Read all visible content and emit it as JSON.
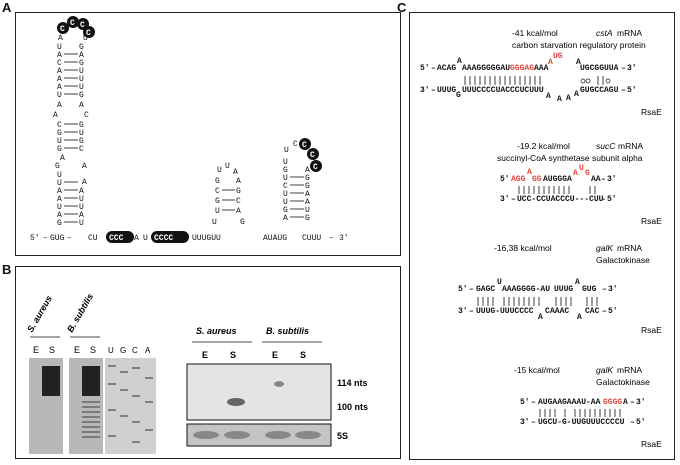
{
  "panels": {
    "a": "A",
    "b": "B",
    "c": "C"
  },
  "a": {
    "prime5": "5'",
    "prime3": "3'",
    "seq_left": "GUG",
    "seq_cu": "CU",
    "ccc1": "CCC",
    "a_mid": "A",
    "u_mid": "U",
    "cccc": "CCCC",
    "seq_mid": "UUUGUU",
    "seq_auaug": "AUAUG",
    "seq_right": "CUUU"
  },
  "b": {
    "species1": "S. aureus",
    "species2": "B. subtilis",
    "lane_e": "E",
    "lane_s": "S",
    "ladder": [
      "U",
      "G",
      "C",
      "A"
    ],
    "species3": "S. aureus",
    "species4": "B. subtilis",
    "size1": "114 nts",
    "size2": "100 nts",
    "size3": "5S"
  },
  "c": {
    "i1_energy": "-41 kcal/mol",
    "i1_gene": "cstA",
    "i1_mrna": "mRNA",
    "i1_protein": "carbon starvation regulatory protein",
    "i1_top": "ACAG",
    "i1_top2": "AAAGGGGGAU",
    "i1_top_red": "GGGAG",
    "i1_top3": "AAA",
    "i1_top_red2": "UG",
    "i1_top4": "UGCGGUUA",
    "i1_bottom": "UUUG",
    "i1_bottom2": "UUUCCCCUACCCUCUUU",
    "i1_bottom3": "GUGCCAGU",
    "i1_bulge_a": "A",
    "i1_bulge_b": "A",
    "i1_rsae": "RsaE",
    "i2_energy": "-19.2 kcal/mol",
    "i2_gene": "sucC",
    "i2_mrna": "mRNA",
    "i2_protein": "succinyl-CoA synthetase subunit alpha",
    "i2_top_red1": "AGG",
    "i2_top_red2": "GG",
    "i2_top2": "AUGGGA",
    "i2_top3": "AA",
    "i2_bottom": "UCC-CCUACCCU---CUU",
    "i2_rsae": "RsaE",
    "i3_energy": "-16,38 kcal/mol",
    "i3_gene": "galK",
    "i3_mrna": "mRNA",
    "i3_protein": "Galactokinase",
    "i3_top": "GAGC",
    "i3_top2": "AAAGGGG-AU",
    "i3_top3": "UUUG",
    "i3_top4": "GUG",
    "i3_bottom": "UUUG-UUUCCCC",
    "i3_bottom2": "AAAC",
    "i3_bottom3": "CAC",
    "i3_rsae": "RsaE",
    "i4_energy": "-15 kcal/mol",
    "i4_gene": "galK",
    "i4_mrna": "mRNA",
    "i4_protein": "Galactokinase",
    "i4_top": "AUGAAGAAAU-AA",
    "i4_top_red": "GGGG",
    "i4_top2": "A",
    "i4_bottom": "UGCU-G-UUGUUUCCCCU",
    "i4_rsae": "RsaE",
    "prime5": "5'",
    "prime3": "3'"
  },
  "colors": {
    "red": "#e0443a",
    "ink": "#111111"
  }
}
